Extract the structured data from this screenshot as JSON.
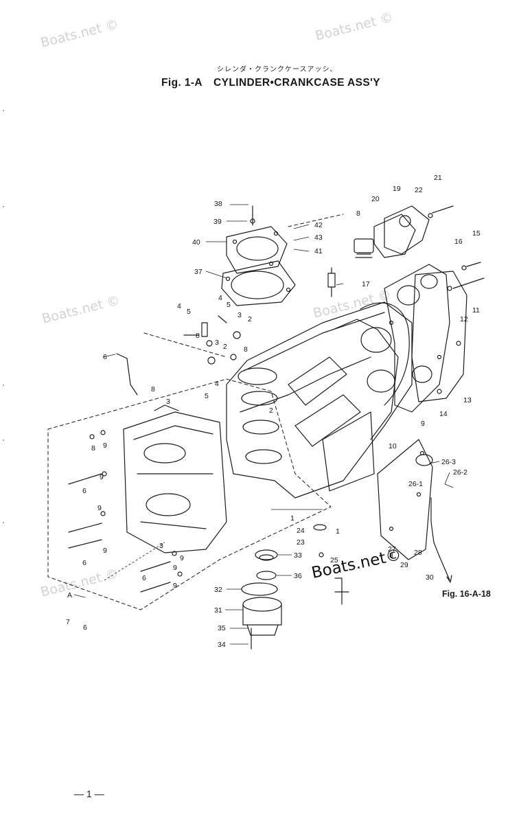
{
  "watermark": "Boats.net ©",
  "stamp": "Boats.net©",
  "title_jp": "シレンダ・クランクケースアッシ、",
  "fig_label": "Fig. 1-A",
  "title": "CYLINDER•CRANKCASE ASS'Y",
  "page_number": "— 1 —",
  "reference": "Fig. 16-A-18",
  "callouts": {
    "c38": "38",
    "c39": "39",
    "c40": "40",
    "c37": "37",
    "c42": "42",
    "c43": "43",
    "c41": "41",
    "c8a": "8",
    "c20": "20",
    "c19": "19",
    "c22": "22",
    "c21": "21",
    "c16": "16",
    "c15": "15",
    "c17": "17",
    "c11": "11",
    "c12": "12",
    "c13": "13",
    "c14": "14",
    "c9a": "9",
    "c10": "10",
    "c4a": "4",
    "c5a": "5",
    "c4b": "4",
    "c5b": "5",
    "c3a": "3",
    "c2a": "2",
    "c8b": "8",
    "c3b": "3",
    "c2b": "2",
    "c8c": "8",
    "c6a": "6",
    "c8d": "8",
    "c4c": "4",
    "c5c": "5",
    "c2c": "2",
    "c3c": "3",
    "c8e": "8",
    "c9b": "9",
    "c9c": "9",
    "c6b": "6",
    "c9d": "9",
    "c9e": "9",
    "c6c": "6",
    "c3d": "3",
    "c9f": "9",
    "c6d": "6",
    "c9g": "9",
    "c9h": "9",
    "cA": "A",
    "c7": "7",
    "c6e": "6",
    "c1a": "1",
    "c1b": "1",
    "c24": "24",
    "c23": "23",
    "c25": "25",
    "c33": "33",
    "c36": "36",
    "c32": "32",
    "c31": "31",
    "c35": "35",
    "c34": "34",
    "c26_3": "26-3",
    "c26_2": "26-2",
    "c26_1": "26-1",
    "c27": "27",
    "c28": "28",
    "c29": "29",
    "c30": "30",
    "c8f": "8"
  }
}
